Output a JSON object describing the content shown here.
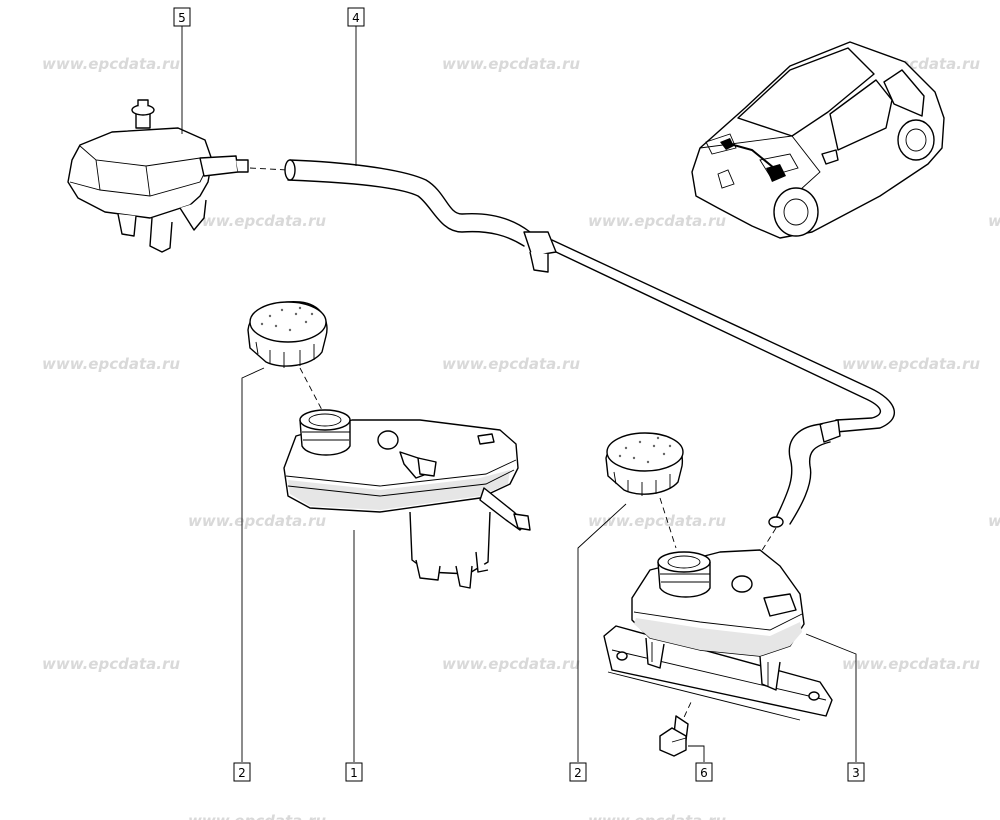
{
  "watermark": "www.epcdata.ru",
  "callouts": {
    "c1": "1",
    "c2a": "2",
    "c2b": "2",
    "c3": "3",
    "c4": "4",
    "c5": "5",
    "c6": "6"
  },
  "colors": {
    "line": "#000000",
    "watermark": "#d9d9d9",
    "background": "#ffffff"
  }
}
